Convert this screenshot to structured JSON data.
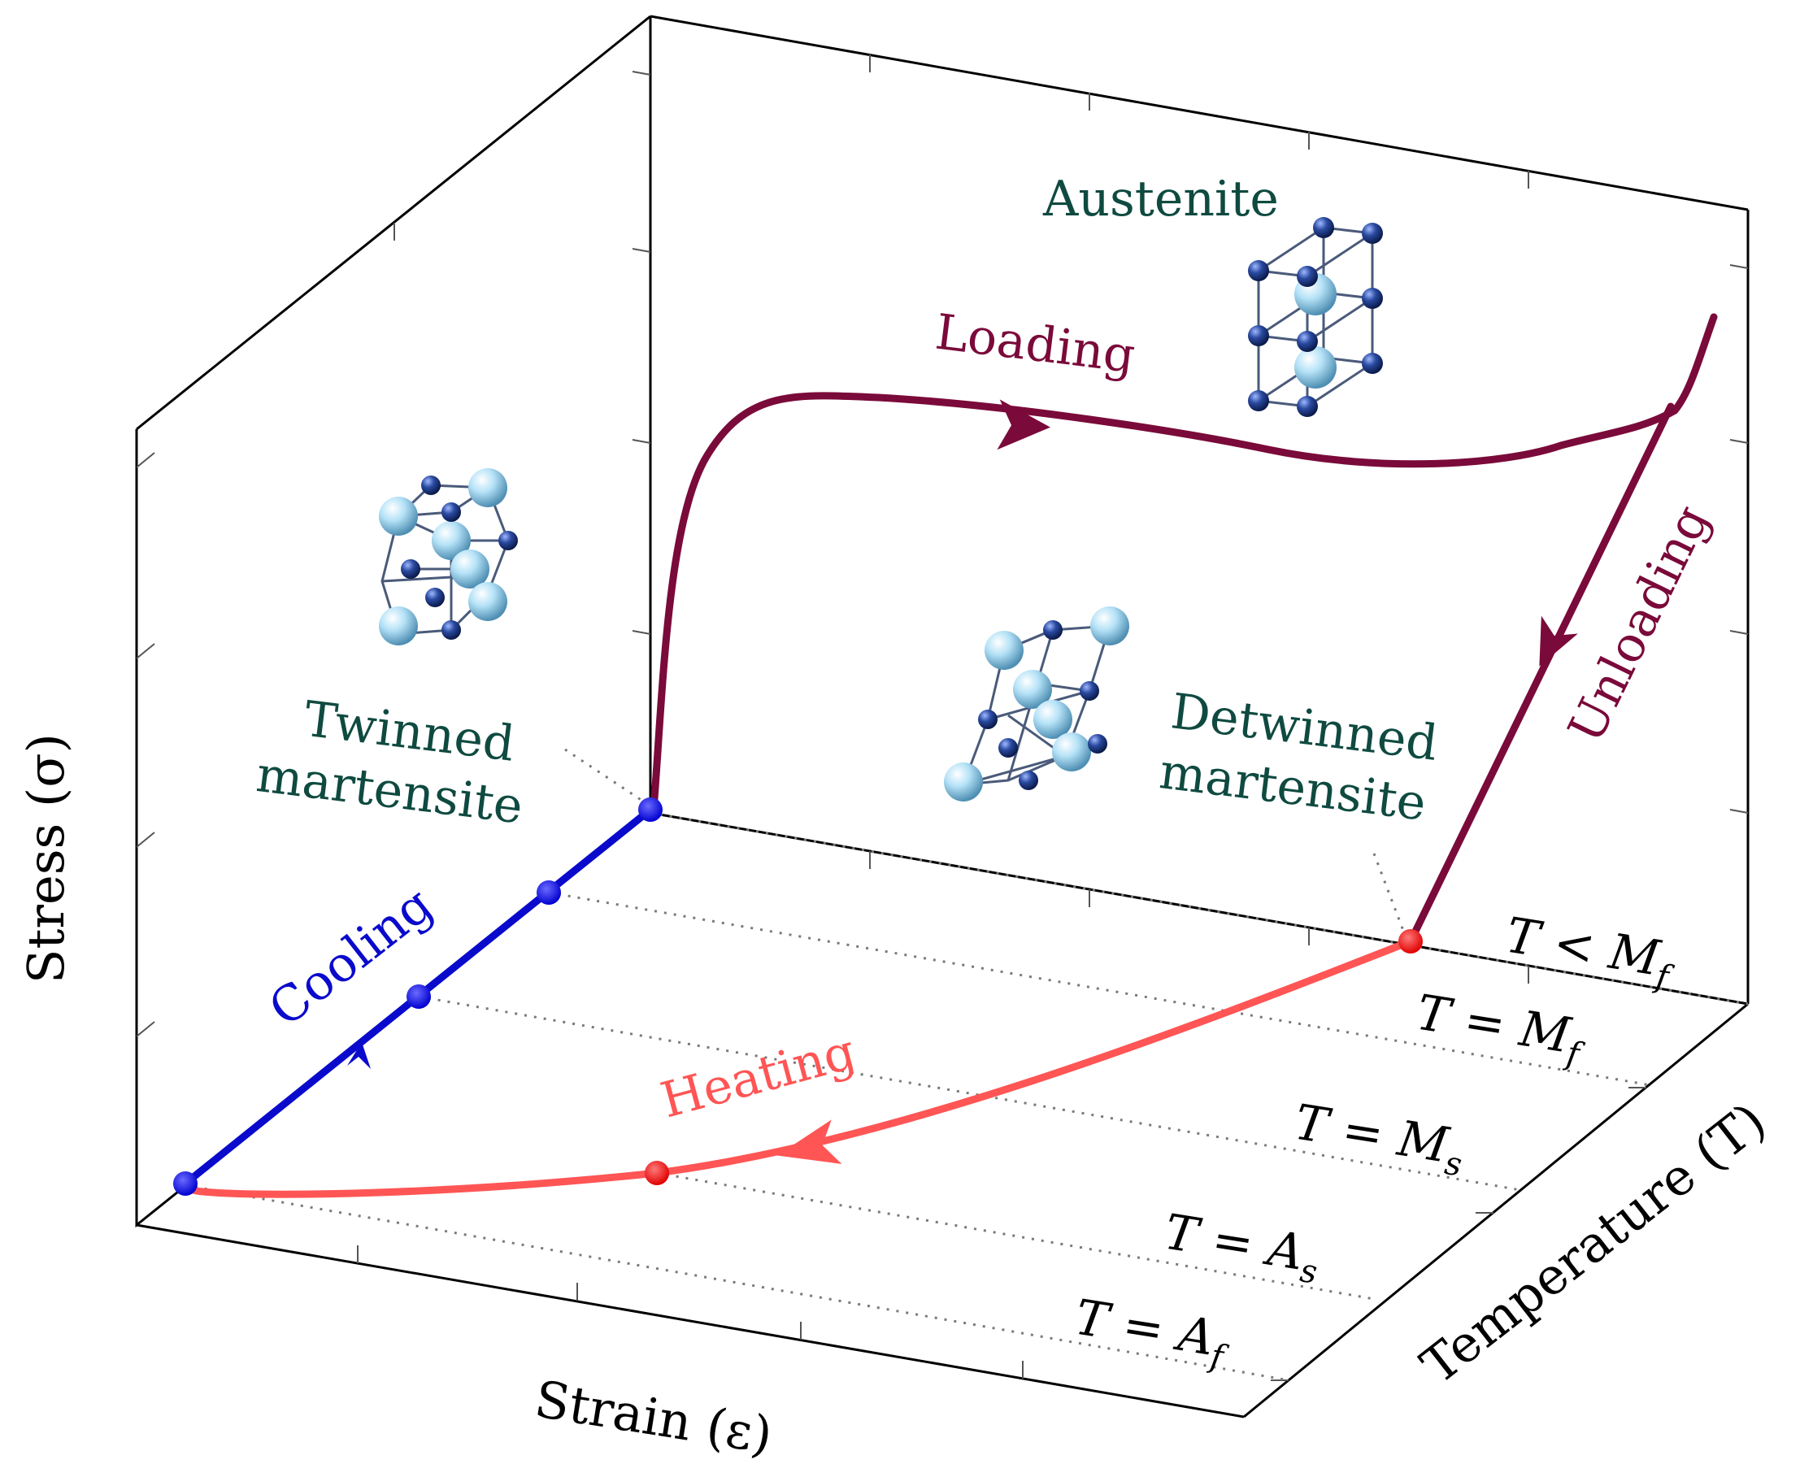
{
  "axes": {
    "stress_label": "Stress (σ)",
    "strain_label": "Strain (ε)",
    "temperature_label": "Temperature (T)"
  },
  "phases": {
    "austenite": "Austenite",
    "twinned_line1": "Twinned",
    "twinned_line2": "martensite",
    "detwinned_line1": "Detwinned",
    "detwinned_line2": "martensite"
  },
  "processes": {
    "loading": "Loading",
    "unloading": "Unloading",
    "cooling": "Cooling",
    "heating": "Heating"
  },
  "temperatures": [
    {
      "lhs": "T",
      "op": "<",
      "sym": "M",
      "sub": "f"
    },
    {
      "lhs": "T",
      "op": "=",
      "sym": "M",
      "sub": "f"
    },
    {
      "lhs": "T",
      "op": "=",
      "sym": "M",
      "sub": "s"
    },
    {
      "lhs": "T",
      "op": "=",
      "sym": "A",
      "sub": "s"
    },
    {
      "lhs": "T",
      "op": "=",
      "sym": "A",
      "sub": "f"
    }
  ],
  "colors": {
    "loading": "#7a0a3a",
    "cooling": "#0a0acc",
    "heating": "#ff5555",
    "heating_dot": "#ff0000",
    "phase_text": "#0f4a40",
    "atom_dark": "#1a3a8a",
    "atom_light": "#a8d8f0"
  }
}
